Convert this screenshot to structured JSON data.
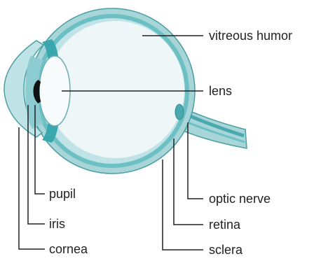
{
  "labels": {
    "vitreous_humor": "vitreous humor",
    "lens": "lens",
    "pupil": "pupil",
    "iris": "iris",
    "cornea": "cornea",
    "optic_nerve": "optic nerve",
    "retina": "retina",
    "sclera": "sclera"
  },
  "colors": {
    "sclera_outer": "#a8d6d8",
    "sclera_stroke": "#4a9ea3",
    "retina_band": "#6cc0c4",
    "vitreous_fill": "#eef6f8",
    "lens_fill": "#f7fbfc",
    "iris_dark": "#3aa7ae",
    "pupil": "#111111",
    "cornea": "#bfe3e6",
    "leader": "#222222"
  }
}
